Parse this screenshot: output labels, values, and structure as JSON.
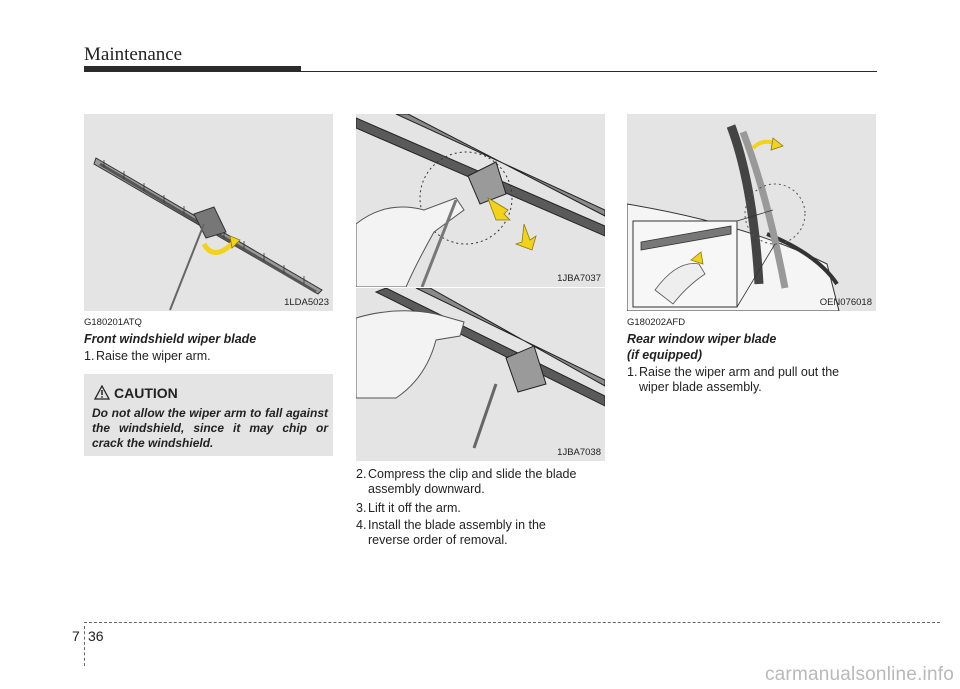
{
  "header": {
    "title": "Maintenance"
  },
  "figures": {
    "front": {
      "code": "1LDA5023"
    },
    "compress": {
      "code": "1JBA7037"
    },
    "lift": {
      "code": "1JBA7038"
    },
    "rear": {
      "code": "OEN076018"
    }
  },
  "front_section": {
    "code": "G180201ATQ",
    "title": "Front windshield wiper blade",
    "steps": [
      {
        "num": "1.",
        "text": "Raise the wiper arm."
      }
    ]
  },
  "caution": {
    "icon": "warning-triangle-icon",
    "title": "CAUTION",
    "text": "Do not allow the wiper arm to fall against the windshield, since it may chip or crack the windshield."
  },
  "middle_steps": [
    {
      "num": "2.",
      "line1": "Compress the clip and slide the blade",
      "line2": "assembly downward."
    },
    {
      "num": "3.",
      "line1": "Lift it off the arm.",
      "line2": ""
    },
    {
      "num": "4.",
      "line1": "Install the blade assembly in the",
      "line2": "reverse order of removal."
    }
  ],
  "rear_section": {
    "code": "G180202AFD",
    "title_line1": "Rear window wiper blade",
    "title_line2": "(if equipped)",
    "steps": [
      {
        "num": "1.",
        "line1": "Raise the wiper arm and pull out the",
        "line2": "wiper blade assembly."
      }
    ]
  },
  "footer": {
    "chapter": "7",
    "page": "36",
    "watermark": "carmanualsonline.info"
  },
  "colors": {
    "arrow": "#f2d21b",
    "panel": "#e4e4e4",
    "ink": "#222222"
  }
}
